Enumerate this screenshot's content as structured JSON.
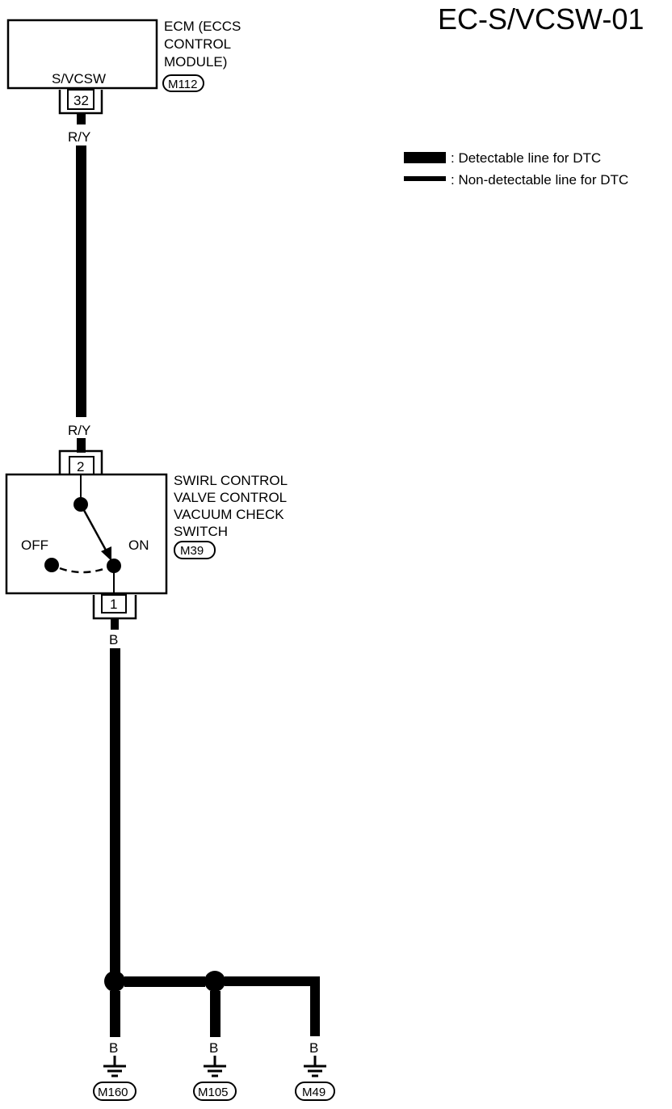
{
  "diagram_id": "EC-S/VCSW-01",
  "legend": {
    "detectable": ": Detectable line for DTC",
    "non_detectable": ": Non-detectable line for DTC"
  },
  "ecm": {
    "name_line1": "ECM (ECCS",
    "name_line2": "CONTROL",
    "name_line3": "MODULE)",
    "connector": "M112",
    "pin_label": "S/VCSW",
    "terminal": "32"
  },
  "wire_top": {
    "color_upper": "R/Y",
    "color_lower": "R/Y"
  },
  "switch": {
    "name_line1": "SWIRL CONTROL",
    "name_line2": "VALVE CONTROL",
    "name_line3": "VACUUM CHECK",
    "name_line4": "SWITCH",
    "connector": "M39",
    "terminal_in": "2",
    "terminal_out": "1",
    "off_label": "OFF",
    "on_label": "ON"
  },
  "wire_bottom": {
    "color": "B"
  },
  "grounds": [
    {
      "wire_color": "B",
      "connector": "M160"
    },
    {
      "wire_color": "B",
      "connector": "M105"
    },
    {
      "wire_color": "B",
      "connector": "M49"
    }
  ]
}
